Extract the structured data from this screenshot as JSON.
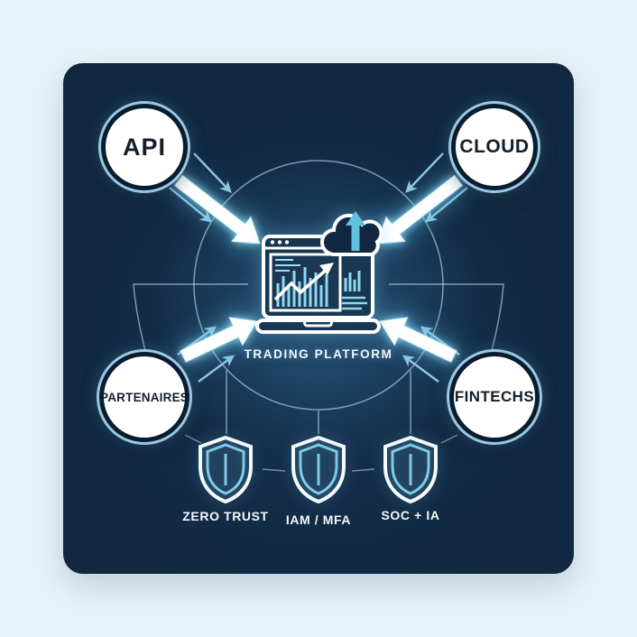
{
  "diagram": {
    "type": "architecture-diagram",
    "platform_label": "TRADING PLATFORM",
    "nodes": [
      {
        "id": "api",
        "label": "API"
      },
      {
        "id": "cloud",
        "label": "CLOUD"
      },
      {
        "id": "partenaires",
        "label": "PARTENAIRES"
      },
      {
        "id": "fintechs",
        "label": "FINTECHS"
      }
    ],
    "security_layers": [
      {
        "id": "zero-trust",
        "label": "ZERO TRUST",
        "icon": "shield-icon"
      },
      {
        "id": "iam-mfa",
        "label": "IAM / MFA",
        "icon": "shield-icon"
      },
      {
        "id": "soc-ia",
        "label": "SOC + IA",
        "icon": "shield-icon"
      }
    ],
    "center_icons": [
      "laptop-analytics-icon",
      "cloud-upload-icon"
    ],
    "connections": [
      {
        "from": "api",
        "to": "platform",
        "style": "glow-arrow"
      },
      {
        "from": "cloud",
        "to": "platform",
        "style": "glow-arrow"
      },
      {
        "from": "partenaires",
        "to": "platform",
        "style": "glow-arrow"
      },
      {
        "from": "fintechs",
        "to": "platform",
        "style": "glow-arrow"
      }
    ],
    "colors": {
      "page_background": "#e9f2f8",
      "card_background": "#112840",
      "node_fill": "#ffffff",
      "node_ring": "#0a1c30",
      "node_halo": "#a8d8f0",
      "accent_cyan": "#7fcbe5",
      "arrow_white": "#ffffff",
      "thin_arrow": "#8fc7e2",
      "text_light": "#f2f7fa",
      "text_dark": "#141f2b"
    }
  }
}
